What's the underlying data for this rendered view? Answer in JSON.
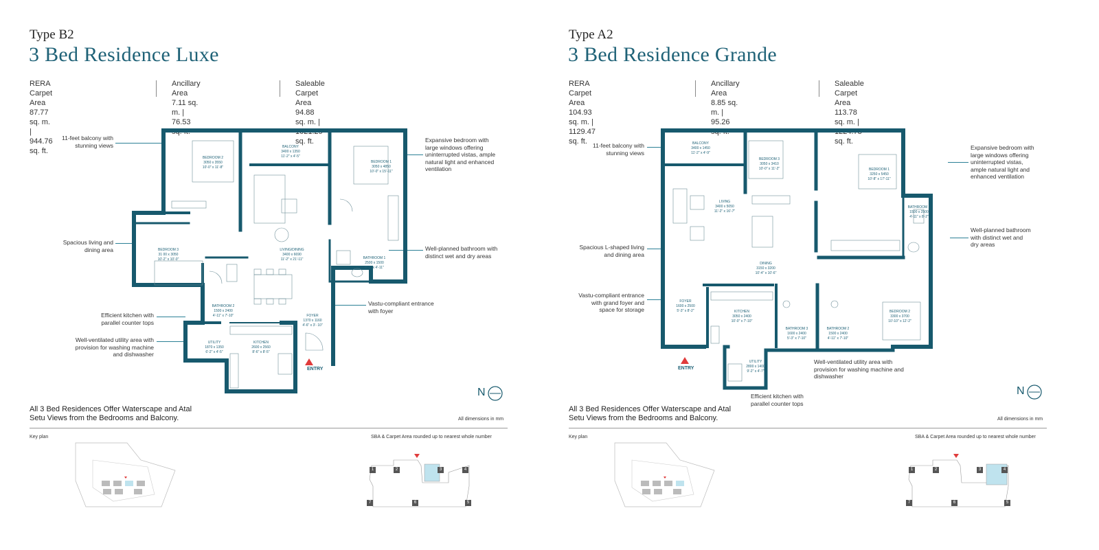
{
  "left": {
    "type": "Type B2",
    "title": "3 Bed Residence Luxe",
    "areas": [
      {
        "label": "RERA Carpet Area",
        "value": "87.77 sq. m. | 944.76 sq. ft."
      },
      {
        "label": "Ancillary Area",
        "value": "7.11 sq. m. | 76.53 sq. ft."
      },
      {
        "label": "Saleable Carpet Area",
        "value": "94.88 sq. m. | 1021.29 sq. ft."
      }
    ],
    "notes": {
      "balcony": "11-feet balcony with stunning views",
      "living": "Spacious living and dining area",
      "kitchen": "Efficient kitchen with parallel counter tops",
      "utility": "Well-ventilated utility area with provision for washing machine and dishwasher",
      "bedroom": "Expansive bedroom with large windows offering uninterrupted vistas, ample natural light and enhanced ventilation",
      "bathroom": "Well-planned bathroom with distinct wet and dry areas",
      "entrance": "Vastu-compliant entrance with foyer"
    },
    "rooms": {
      "bedroom2": [
        "BEDROOM 2",
        "3050 x 3550",
        "10'-0\" x 11'-8\""
      ],
      "balcony": [
        "BALCONY",
        "3400 x 1350",
        "11'-2\" x 4'-5\""
      ],
      "bedroom1": [
        "BEDROOM 1",
        "3050 x 4850",
        "10'-0\" x 15'-11\""
      ],
      "bedroom3": [
        "BEDROOM 3",
        "31 00 x 3050",
        "10'-2\" x 10'-0\""
      ],
      "living": [
        "LIVING/DINING",
        "3400 x 6690",
        "11'-2\" x 21'-11\""
      ],
      "bathroom1": [
        "BATHROOM 1",
        "2500 x 1500",
        "8'-2\" x 4'-11\""
      ],
      "bathroom2": [
        "BATHROOM 2",
        "1500 x 2400",
        "4'-11\" x 7'-10\""
      ],
      "foyer": [
        "FOYER",
        "1370 x 1160",
        "4'-6\" x 3'- 10\""
      ],
      "utility": [
        "UTILITY",
        "1870 x 1350",
        "6'-2\" x 4'-5\""
      ],
      "kitchen": [
        "KITCHEN",
        "2600 x 2560",
        "8'-6\" x 8'-5\""
      ]
    },
    "entry": "ENTRY",
    "north": "N",
    "footer": "All 3 Bed Residences Offer Waterscape and Atal Setu Views from the Bedrooms and Balcony.",
    "dims_note": "All dimensions in mm",
    "key_plan": "Key plan",
    "sba_note": "SBA & Carpet Area rounded up to nearest whole number",
    "unit_numbers": [
      "1",
      "2",
      "3",
      "4",
      "5",
      "6",
      "7"
    ]
  },
  "right": {
    "type": "Type A2",
    "title": "3 Bed Residence Grande",
    "areas": [
      {
        "label": "RERA Carpet Area",
        "value": "104.93 sq. m. | 1129.47 sq. ft."
      },
      {
        "label": "Ancillary Area",
        "value": "8.85 sq. m. | 95.26 sq. ft."
      },
      {
        "label": "Saleable Carpet Area",
        "value": "113.78 sq. m. | 1224.73 sq. ft."
      }
    ],
    "notes": {
      "balcony": "11-feet balcony with stunning views",
      "living": "Spacious L-shaped living and dining area",
      "entrance": "Vastu-compliant entrance with grand foyer and space for storage",
      "kitchen": "Efficient kitchen with parallel counter tops",
      "utility": "Well-ventilated utility area with provision for washing machine and dishwasher",
      "bedroom": "Expansive bedroom with large windows offering uninterrupted vistas, ample natural light and enhanced ventilation",
      "bathroom": "Well-planned bathroom with distinct wet and dry areas"
    },
    "rooms": {
      "balcony": [
        "BALCONY",
        "3400 x 1450",
        "11'-2\" x 4'-9\""
      ],
      "bedroom3": [
        "BEDROOM 3",
        "3050 x 3410",
        "10'-0\" x 11'-2\""
      ],
      "bedroom1": [
        "BEDROOM 1",
        "3250 x 5450",
        "10'-8\" x 17'-11\""
      ],
      "living": [
        "LIVING",
        "3400 x 5050",
        "11'-2\" x 16'-7\""
      ],
      "bathroom1": [
        "BATHROOM 1",
        "1500 x 2500",
        "4'-11\" x 8'-2\""
      ],
      "dining": [
        "DINING",
        "3150 x 3200",
        "10'-4\" x 10'-6\""
      ],
      "foyer": [
        "FOYER",
        "1600 x 2500",
        "5'-3\" x 8'-2\""
      ],
      "kitchen": [
        "KITCHEN",
        "3050 x 2400",
        "10'-0\" x 7'-10\""
      ],
      "bathroom3": [
        "BATHROOM 3",
        "1600 x 2400",
        "5'-3\" x 7'-10\""
      ],
      "bathroom2": [
        "BATHROOM 2",
        "1500 x 2400",
        "4'-11\" x 7'-10\""
      ],
      "bedroom2": [
        "BEDROOM 2",
        "3300 x 3700",
        "10'-10\" x 12'-2\""
      ],
      "utility": [
        "UTILITY",
        "2800 x 1400",
        "9'-2\" x 4'-7\""
      ]
    },
    "entry": "ENTRY",
    "north": "N",
    "footer": "All 3 Bed Residences Offer Waterscape and Atal Setu Views from the Bedrooms and Balcony.",
    "dims_note": "All dimensions in mm",
    "key_plan": "Key plan",
    "sba_note": "SBA & Carpet Area rounded up to nearest whole number",
    "unit_numbers": [
      "1",
      "2",
      "3",
      "4",
      "5",
      "6",
      "7"
    ]
  },
  "colors": {
    "wall": "#17596d",
    "accent": "#2a7f95",
    "highlight": "#bfe3ee",
    "entry_arrow": "#e03b3b"
  }
}
